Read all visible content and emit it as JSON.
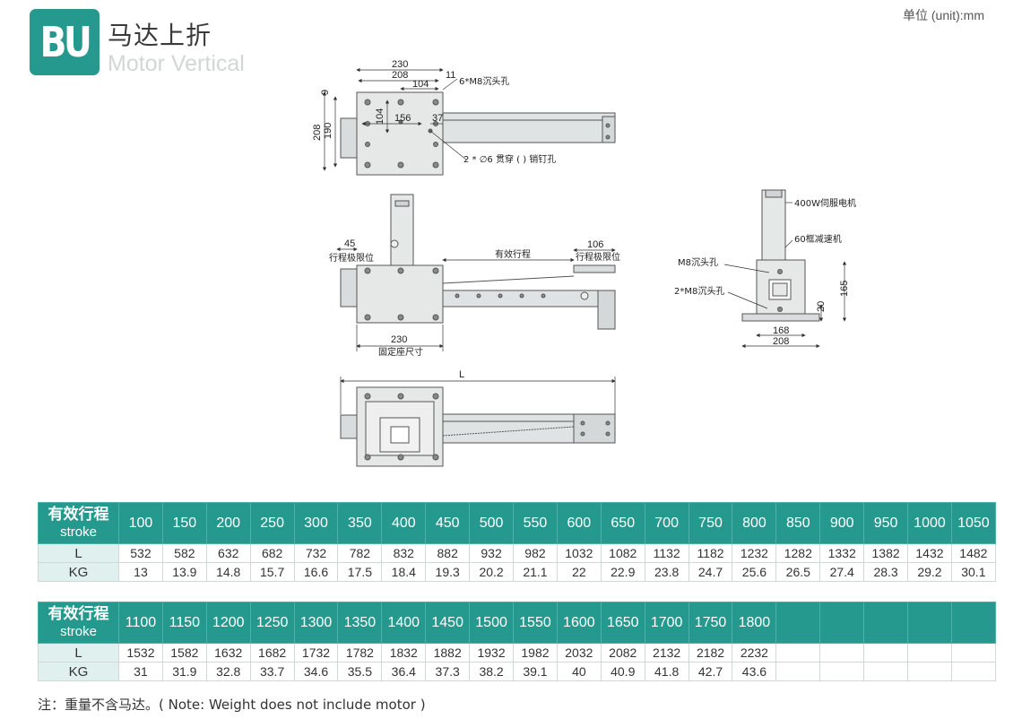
{
  "header": {
    "logo": "BU",
    "title_cn": "马达上折",
    "title_en": "Motor Vertical",
    "unit": "单位 (unit):mm"
  },
  "drawings": {
    "top_view": {
      "dims": [
        "230",
        "208",
        "104",
        "11",
        "9",
        "208",
        "190",
        "104",
        "156",
        "37"
      ],
      "label_holes": "6*M8沉头孔",
      "label_pins": "2 * ∅6 贯穿 ( ) 销钉孔"
    },
    "side_view": {
      "dim_left": "45",
      "limit_left": "行程极限位",
      "stroke": "有效行程",
      "dim_right": "106",
      "limit_right": "行程极限位",
      "dim_base": "230",
      "base_label": "固定座尺寸"
    },
    "end_view": {
      "motor": "400W伺服电机",
      "reducer": "60框减速机",
      "holes_a": "M8沉头孔",
      "holes_b": "2*M8沉头孔",
      "dim_h": "165",
      "dim_20": "20",
      "dim_168": "168",
      "dim_208": "208"
    },
    "bottom_view": {
      "dim_L": "L"
    }
  },
  "table1": {
    "header_cn": "有效行程",
    "header_en": "stroke",
    "strokes": [
      "100",
      "150",
      "200",
      "250",
      "300",
      "350",
      "400",
      "450",
      "500",
      "550",
      "600",
      "650",
      "700",
      "750",
      "800",
      "850",
      "900",
      "950",
      "1000",
      "1050"
    ],
    "row_L_label": "L",
    "L": [
      "532",
      "582",
      "632",
      "682",
      "732",
      "782",
      "832",
      "882",
      "932",
      "982",
      "1032",
      "1082",
      "1132",
      "1182",
      "1232",
      "1282",
      "1332",
      "1382",
      "1432",
      "1482"
    ],
    "row_KG_label": "KG",
    "KG": [
      "13",
      "13.9",
      "14.8",
      "15.7",
      "16.6",
      "17.5",
      "18.4",
      "19.3",
      "20.2",
      "21.1",
      "22",
      "22.9",
      "23.8",
      "24.7",
      "25.6",
      "26.5",
      "27.4",
      "28.3",
      "29.2",
      "30.1"
    ]
  },
  "table2": {
    "header_cn": "有效行程",
    "header_en": "stroke",
    "strokes": [
      "1100",
      "1150",
      "1200",
      "1250",
      "1300",
      "1350",
      "1400",
      "1450",
      "1500",
      "1550",
      "1600",
      "1650",
      "1700",
      "1750",
      "1800",
      "",
      "",
      "",
      "",
      ""
    ],
    "row_L_label": "L",
    "L": [
      "1532",
      "1582",
      "1632",
      "1682",
      "1732",
      "1782",
      "1832",
      "1882",
      "1932",
      "1982",
      "2032",
      "2082",
      "2132",
      "2182",
      "2232",
      "",
      "",
      "",
      "",
      ""
    ],
    "row_KG_label": "KG",
    "KG": [
      "31",
      "31.9",
      "32.8",
      "33.7",
      "34.6",
      "35.5",
      "36.4",
      "37.3",
      "38.2",
      "39.1",
      "40",
      "40.9",
      "41.8",
      "42.7",
      "43.6",
      "",
      "",
      "",
      "",
      ""
    ]
  },
  "note": "注：重量不含马达。( Note: Weight does not include motor )",
  "colors": {
    "accent": "#26998f",
    "row_label_bg": "#dff0ee",
    "drawing_fill": "#e6e8e8"
  }
}
